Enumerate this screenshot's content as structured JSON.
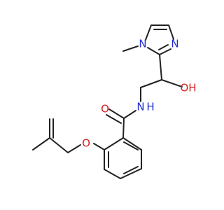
{
  "diagram": {
    "colors": {
      "bond": "#222222",
      "nitrogen": "#1f2ccf",
      "oxygen": "#d61f1f",
      "carbon": "#222222"
    },
    "labels": {
      "n_methyl": "N",
      "n_ring": "N",
      "oh": "OH",
      "nh": "N",
      "nh_h": "H",
      "carbonyl_o": "O",
      "ether_o": "O"
    }
  }
}
